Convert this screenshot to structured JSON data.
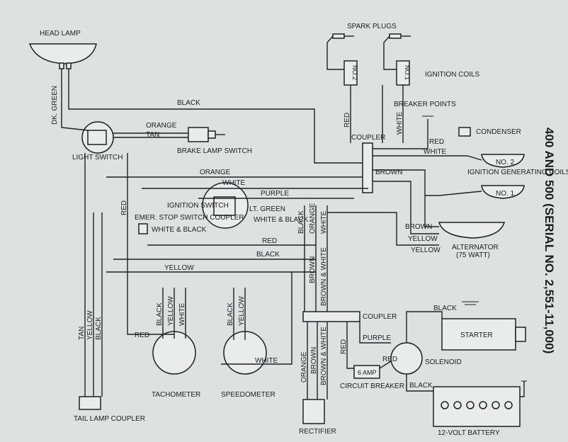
{
  "title": "400 AND 500 (SERIAL NO. 2,551-11,000)",
  "components": {
    "head_lamp": "HEAD LAMP",
    "light_switch": "LIGHT SWITCH",
    "brake_lamp_switch": "BRAKE LAMP SWITCH",
    "spark_plugs": "SPARK PLUGS",
    "ignition_coils": "IGNITION COILS",
    "coil_no2": "NO.2",
    "coil_no1": "NO.1",
    "breaker_points": "BREAKER POINTS",
    "condenser": "CONDENSER",
    "gen_no2": "NO. 2",
    "gen_no1": "NO. 1",
    "ignition_generating_coils": "IGNITION GENERATING COILS",
    "coupler": "COUPLER",
    "ignition_switch": "IGNITION SWITCH",
    "emer_stop": "EMER. STOP SWITCH COUPLER",
    "alternator": "ALTERNATOR",
    "alternator_watt": "(75 WATT)",
    "tachometer": "TACHOMETER",
    "speedometer": "SPEEDOMETER",
    "tail_lamp_coupler": "TAIL LAMP COUPLER",
    "starter": "STARTER",
    "solenoid": "SOLENOID",
    "circuit_breaker": "CIRCUIT BREAKER",
    "amp6": "6 AMP",
    "rectifier": "RECTIFIER",
    "battery": "12-VOLT BATTERY"
  },
  "wires": {
    "black": "BLACK",
    "dk_green": "DK. GREEN",
    "orange": "ORANGE",
    "tan": "TAN",
    "red": "RED",
    "white": "WHITE",
    "purple": "PURPLE",
    "brown": "BROWN",
    "yellow": "YELLOW",
    "lt_green": "LT. GREEN",
    "white_black": "WHITE & BLACK",
    "brown_white": "BROWN & WHITE"
  }
}
